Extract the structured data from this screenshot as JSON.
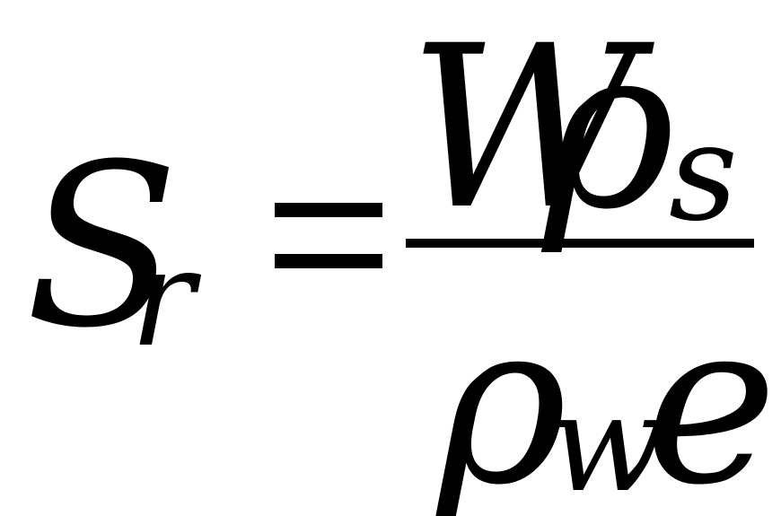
{
  "equation": {
    "lhs": {
      "symbol": "S",
      "subscript": "r"
    },
    "operator": "=",
    "numerator": {
      "first": "W",
      "second": "ρ",
      "second_subscript": "s"
    },
    "denominator": {
      "first": "ρ",
      "first_subscript": "w",
      "second": "e"
    }
  }
}
